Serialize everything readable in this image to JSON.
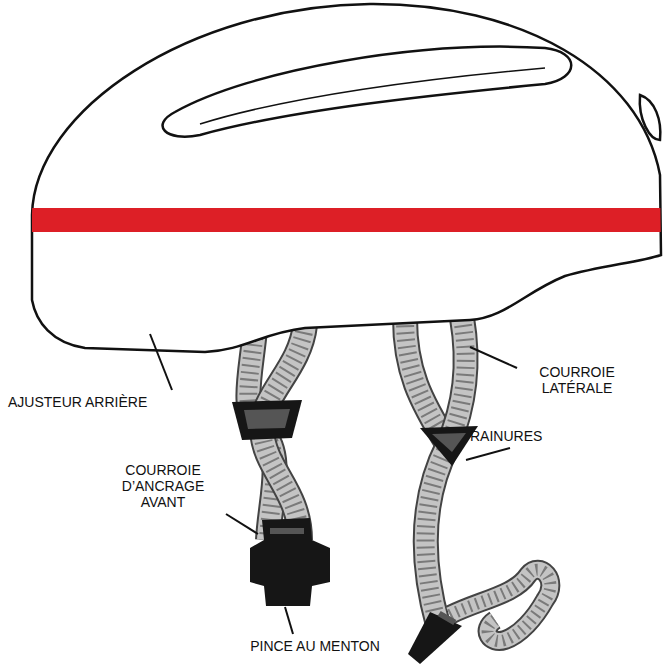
{
  "diagram": {
    "labels": [
      "COURROIE LATÉRALE",
      "AJUSTEUR ARRIÈRE",
      "RAINURES",
      "COURROIE D’ANCRAGE AVANT",
      "PINCE AU MENTON"
    ]
  }
}
